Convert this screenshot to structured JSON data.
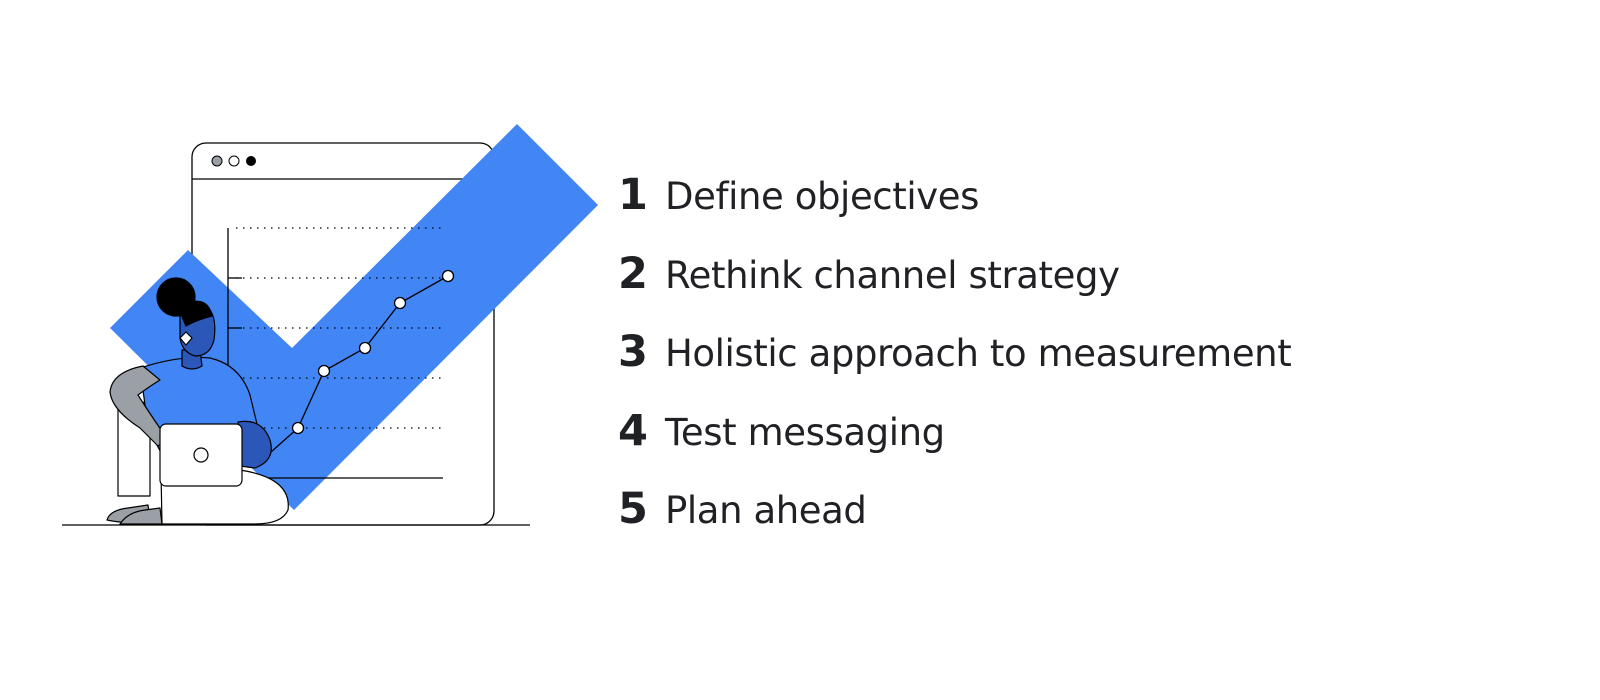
{
  "steps": [
    {
      "number": "1",
      "label": "Define objectives"
    },
    {
      "number": "2",
      "label": "Rethink channel strategy"
    },
    {
      "number": "3",
      "label": "Holistic approach to measurement"
    },
    {
      "number": "4",
      "label": "Test messaging"
    },
    {
      "number": "5",
      "label": "Plan ahead"
    }
  ],
  "colors": {
    "accent": "#4285F4",
    "dark_blue": "#2B57B8",
    "text": "#202124",
    "gray": "#9AA0A6"
  },
  "icons": [
    "checkmark-icon",
    "browser-window-icon",
    "line-chart-icon",
    "person-with-laptop-icon"
  ]
}
